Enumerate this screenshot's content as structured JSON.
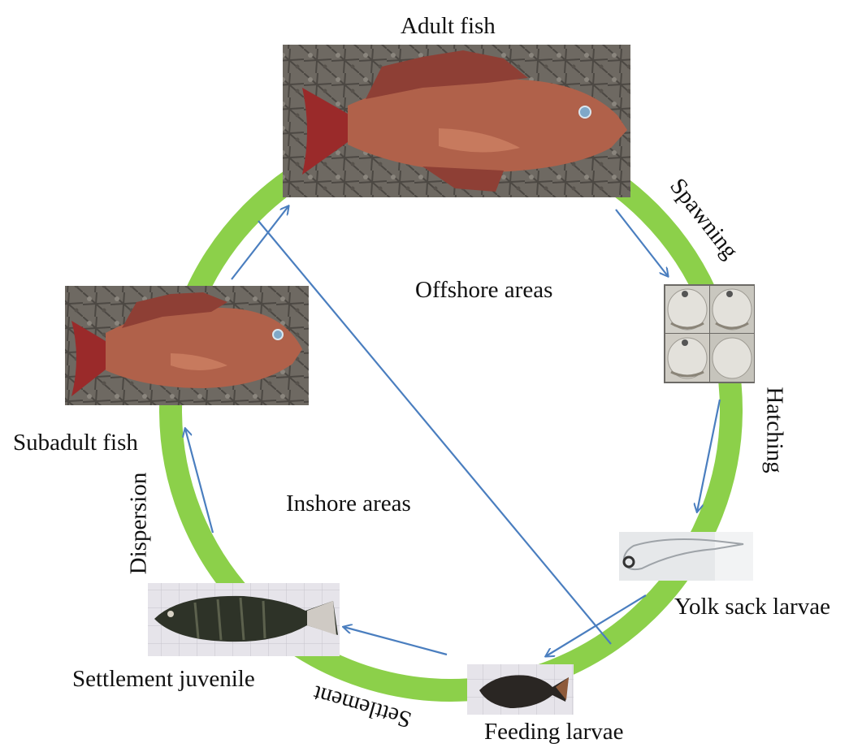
{
  "stages": {
    "adult": "Adult fish",
    "subadult": "Subadult fish",
    "settlement_juvenile": "Settlement juvenile",
    "feeding_larvae": "Feeding larvae",
    "yolk_sack_larvae": "Yolk sack larvae"
  },
  "zones": {
    "offshore": "Offshore areas",
    "inshore": "Inshore areas"
  },
  "transitions": {
    "spawning": "Spawning",
    "hatching": "Hatching",
    "settlement": "Settlement",
    "dispersion": "Dispersion"
  },
  "colors": {
    "ring": "#8cd04a",
    "arrow": "#4a7ebf",
    "fish_body": "#b0614a",
    "fish_fin": "#9a2a2a",
    "juvenile": "#2e3328",
    "background_pavement": "#6f6a63"
  }
}
